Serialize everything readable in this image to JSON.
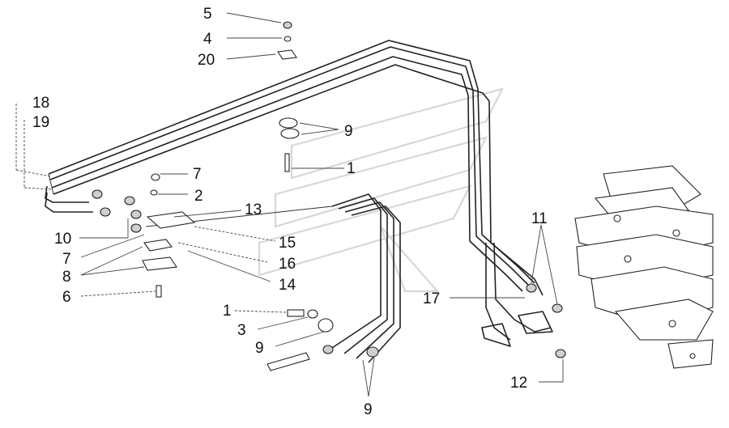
{
  "labels": {
    "l5": "5",
    "l4": "4",
    "l20": "20",
    "l18": "18",
    "l19": "19",
    "l9a": "9",
    "l7a": "7",
    "l1a": "1",
    "l2": "2",
    "l13": "13",
    "l10": "10",
    "l15": "15",
    "l7b": "7",
    "l16": "16",
    "l8": "8",
    "l14": "14",
    "l6": "6",
    "l11": "11",
    "l17": "17",
    "l1b": "1",
    "l3": "3",
    "l9b": "9",
    "l12": "12",
    "l9c": "9"
  }
}
